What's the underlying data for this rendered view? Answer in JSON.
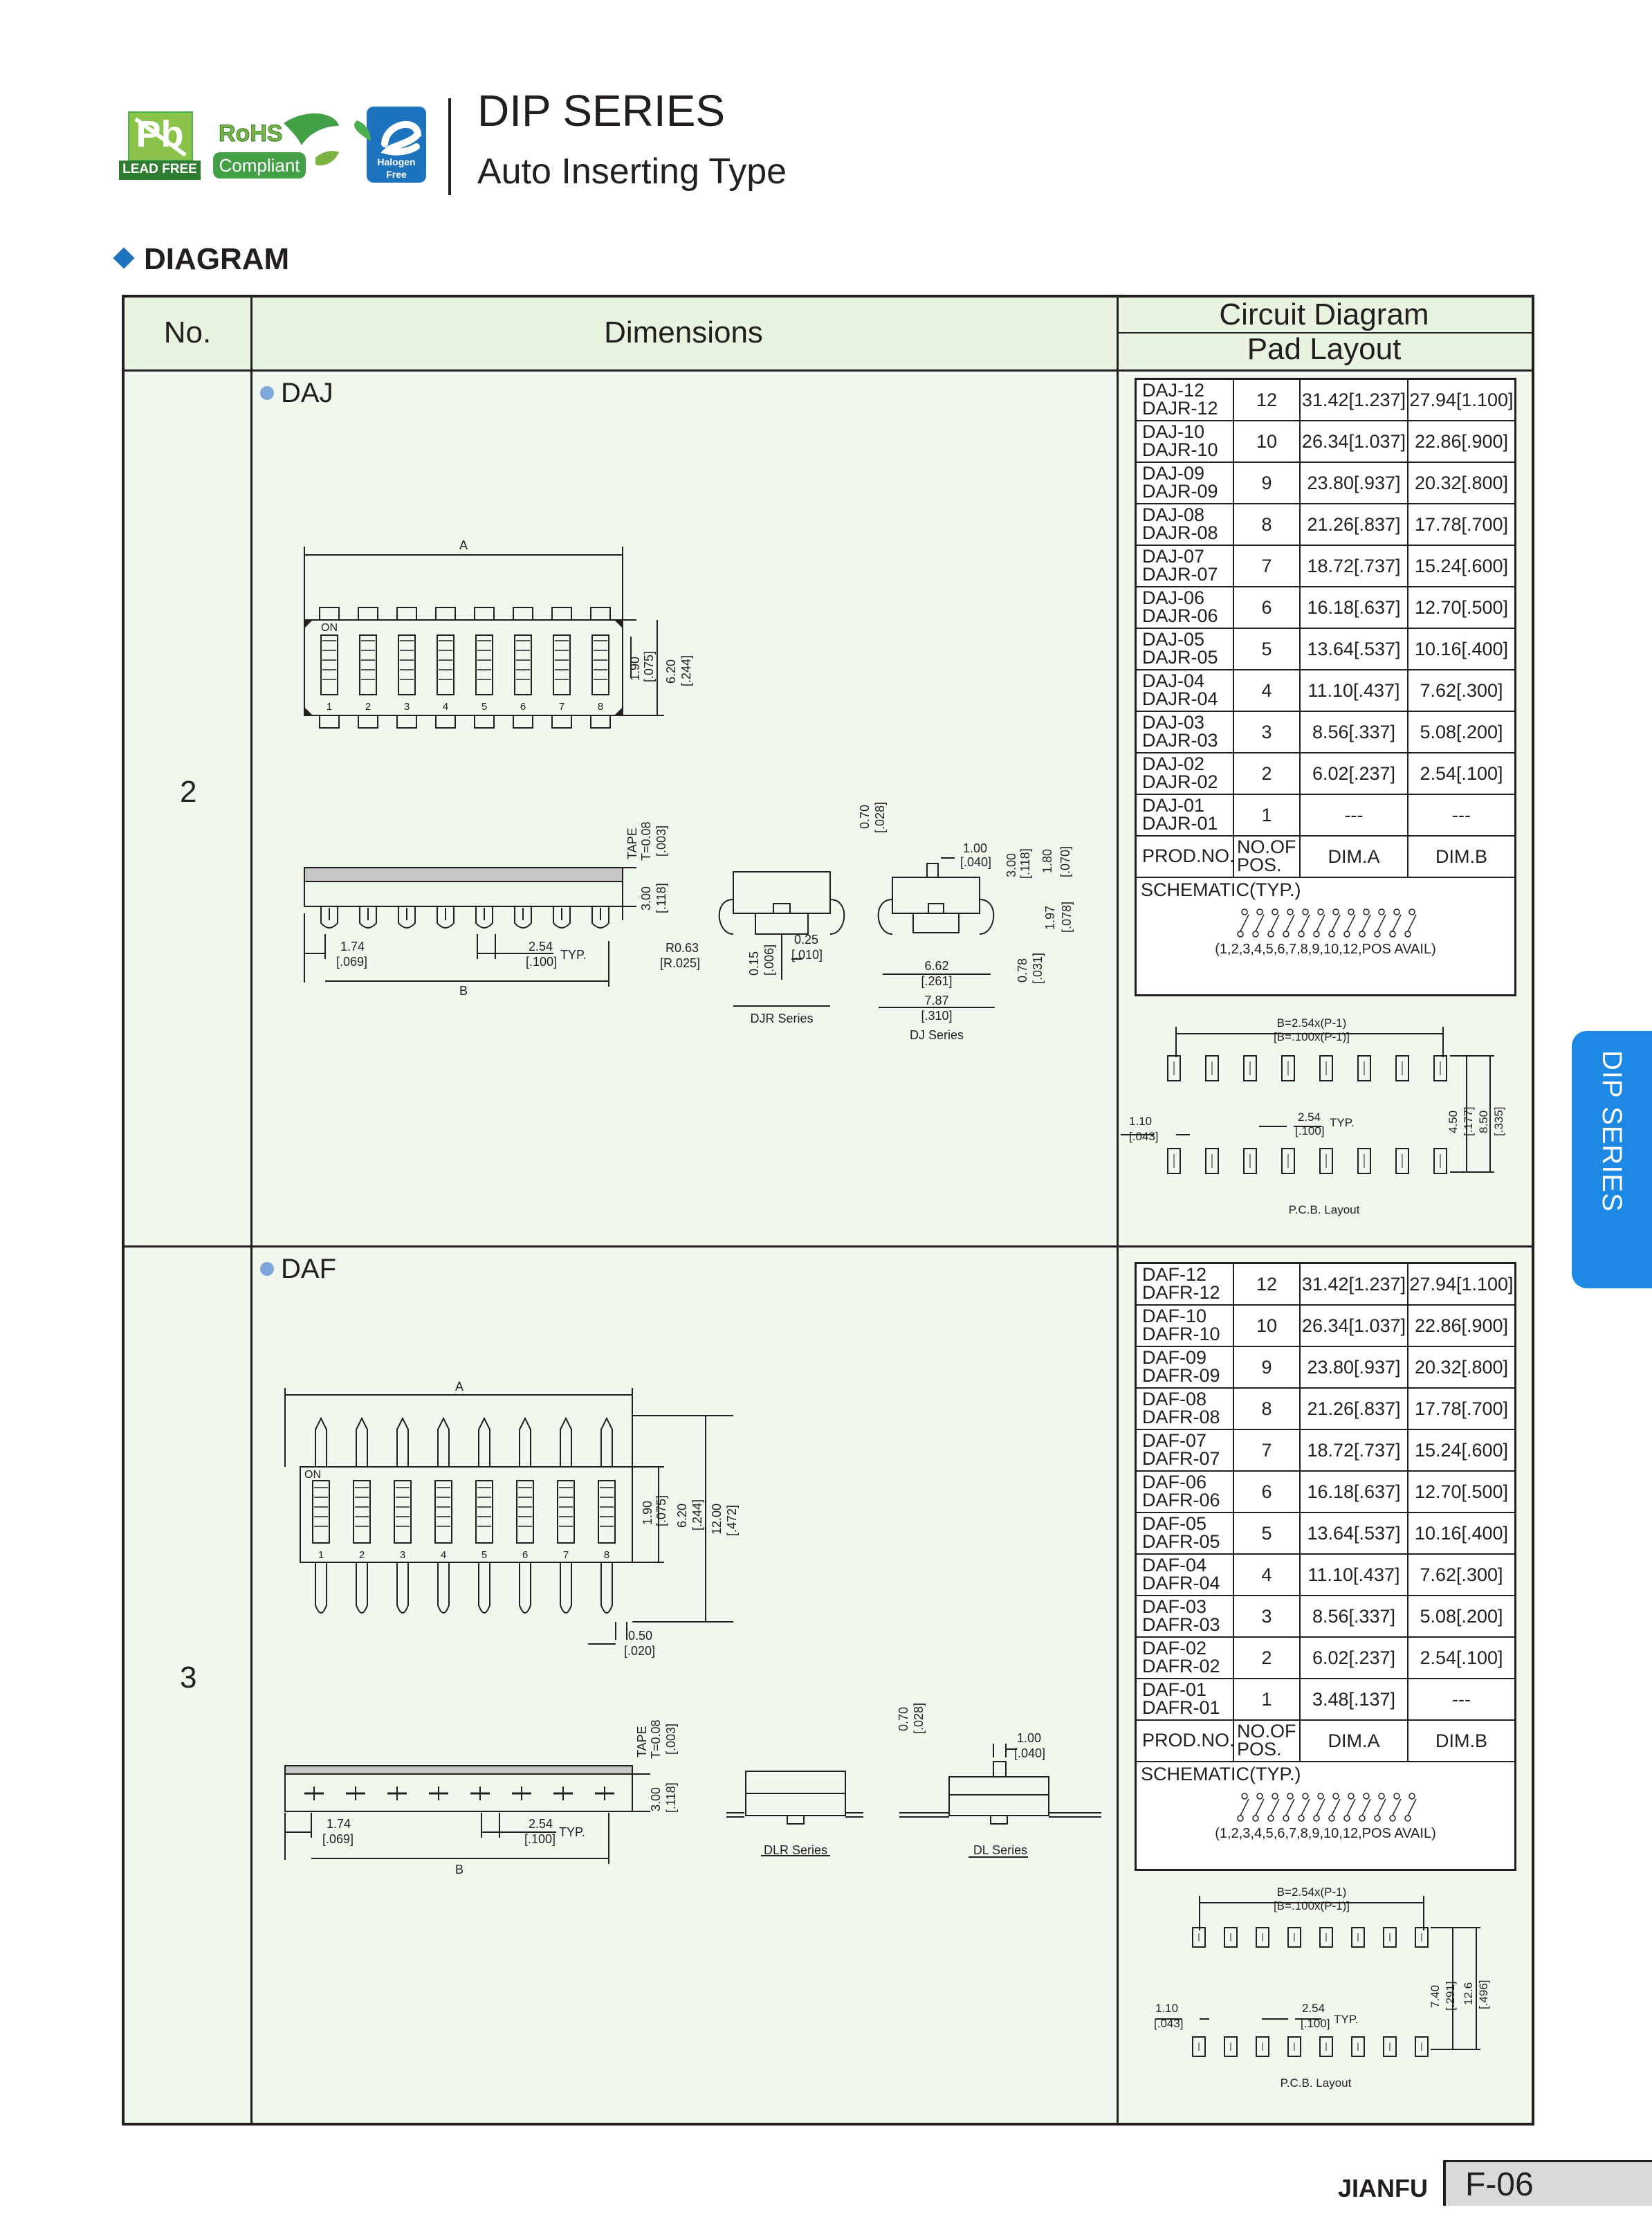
{
  "header": {
    "logo_lead_free": "LEAD FREE",
    "logo_rohs": "RoHS",
    "logo_compliant": "Compliant",
    "logo_halogen": "Halogen",
    "logo_free": "Free",
    "title": "DIP SERIES",
    "subtitle": "Auto Inserting Type"
  },
  "section": {
    "title": "DIAGRAM"
  },
  "table_head": {
    "no": "No.",
    "dimensions": "Dimensions",
    "circuit": "Circuit Diagram",
    "pad": "Pad Layout"
  },
  "rows": [
    {
      "no": "2",
      "series": "DAJ",
      "spec": [
        {
          "p1": "DAJ-12",
          "p2": "DAJR-12",
          "pos": "12",
          "a": "31.42[1.237]",
          "b": "27.94[1.100]"
        },
        {
          "p1": "DAJ-10",
          "p2": "DAJR-10",
          "pos": "10",
          "a": "26.34[1.037]",
          "b": "22.86[.900]"
        },
        {
          "p1": "DAJ-09",
          "p2": "DAJR-09",
          "pos": "9",
          "a": "23.80[.937]",
          "b": "20.32[.800]"
        },
        {
          "p1": "DAJ-08",
          "p2": "DAJR-08",
          "pos": "8",
          "a": "21.26[.837]",
          "b": "17.78[.700]"
        },
        {
          "p1": "DAJ-07",
          "p2": "DAJR-07",
          "pos": "7",
          "a": "18.72[.737]",
          "b": "15.24[.600]"
        },
        {
          "p1": "DAJ-06",
          "p2": "DAJR-06",
          "pos": "6",
          "a": "16.18[.637]",
          "b": "12.70[.500]"
        },
        {
          "p1": "DAJ-05",
          "p2": "DAJR-05",
          "pos": "5",
          "a": "13.64[.537]",
          "b": "10.16[.400]"
        },
        {
          "p1": "DAJ-04",
          "p2": "DAJR-04",
          "pos": "4",
          "a": "11.10[.437]",
          "b": "7.62[.300]"
        },
        {
          "p1": "DAJ-03",
          "p2": "DAJR-03",
          "pos": "3",
          "a": "8.56[.337]",
          "b": "5.08[.200]"
        },
        {
          "p1": "DAJ-02",
          "p2": "DAJR-02",
          "pos": "2",
          "a": "6.02[.237]",
          "b": "2.54[.100]"
        },
        {
          "p1": "DAJ-01",
          "p2": "DAJR-01",
          "pos": "1",
          "a": "---",
          "b": "---"
        }
      ],
      "spec_head": {
        "prod": "PROD.NO.",
        "pos1": "NO.OF",
        "pos2": "POS.",
        "a": "DIM.A",
        "b": "DIM.B"
      },
      "schematic": "SCHEMATIC(TYP.)",
      "schematic_note": "(1,2,3,4,5,6,7,8,9,10,12,POS AVAIL)",
      "pcb": {
        "b_formula": "B=2.54x(P-1)",
        "b_formula_in": "[B=.100x(P-1)]",
        "d110": "1.10",
        "d110in": "[.043]",
        "d254": "2.54",
        "d254in": "[.100]",
        "typ": "TYP.",
        "d1": "4.50",
        "d1in": "[.177]",
        "d2": "8.50",
        "d2in": "[.335]",
        "caption": "P.C.B. Layout"
      },
      "drawing": {
        "a": "A",
        "b": "B",
        "on": "ON",
        "d190": "1.90",
        "d190in": "[.075]",
        "d620": "6.20",
        "d620in": "[.244]",
        "tape": "TAPE",
        "tape_t": "T=0.08",
        "tape_in": "[.003]",
        "d300": "3.00",
        "d300in": "[.118]",
        "d174": "1.74",
        "d174in": "[.069]",
        "d254": "2.54",
        "d254in": "[.100]",
        "typ": "TYP.",
        "r063": "R0.63",
        "r063in": "[R.025]",
        "d015": "0.15",
        "d015in": "[.006]",
        "d025": "0.25",
        "d025in": "[.010]",
        "d070": "0.70",
        "d070in": "[.028]",
        "d100": "1.00",
        "d100in": "[.040]",
        "d300b": "3.00",
        "d300bin": "[.118]",
        "d180": "1.80",
        "d180in": "[.070]",
        "d662": "6.62",
        "d662in": "[.261]",
        "d787": "7.87",
        "d787in": "[.310]",
        "d197": "1.97",
        "d197in": "[.078]",
        "d078": "0.78",
        "d078in": "[.031]",
        "cap1": "DJR Series",
        "cap2": "DJ Series"
      }
    },
    {
      "no": "3",
      "series": "DAF",
      "spec": [
        {
          "p1": "DAF-12",
          "p2": "DAFR-12",
          "pos": "12",
          "a": "31.42[1.237]",
          "b": "27.94[1.100]"
        },
        {
          "p1": "DAF-10",
          "p2": "DAFR-10",
          "pos": "10",
          "a": "26.34[1.037]",
          "b": "22.86[.900]"
        },
        {
          "p1": "DAF-09",
          "p2": "DAFR-09",
          "pos": "9",
          "a": "23.80[.937]",
          "b": "20.32[.800]"
        },
        {
          "p1": "DAF-08",
          "p2": "DAFR-08",
          "pos": "8",
          "a": "21.26[.837]",
          "b": "17.78[.700]"
        },
        {
          "p1": "DAF-07",
          "p2": "DAFR-07",
          "pos": "7",
          "a": "18.72[.737]",
          "b": "15.24[.600]"
        },
        {
          "p1": "DAF-06",
          "p2": "DAFR-06",
          "pos": "6",
          "a": "16.18[.637]",
          "b": "12.70[.500]"
        },
        {
          "p1": "DAF-05",
          "p2": "DAFR-05",
          "pos": "5",
          "a": "13.64[.537]",
          "b": "10.16[.400]"
        },
        {
          "p1": "DAF-04",
          "p2": "DAFR-04",
          "pos": "4",
          "a": "11.10[.437]",
          "b": "7.62[.300]"
        },
        {
          "p1": "DAF-03",
          "p2": "DAFR-03",
          "pos": "3",
          "a": "8.56[.337]",
          "b": "5.08[.200]"
        },
        {
          "p1": "DAF-02",
          "p2": "DAFR-02",
          "pos": "2",
          "a": "6.02[.237]",
          "b": "2.54[.100]"
        },
        {
          "p1": "DAF-01",
          "p2": "DAFR-01",
          "pos": "1",
          "a": "3.48[.137]",
          "b": "---"
        }
      ],
      "spec_head": {
        "prod": "PROD.NO.",
        "pos1": "NO.OF",
        "pos2": "POS.",
        "a": "DIM.A",
        "b": "DIM.B"
      },
      "schematic": "SCHEMATIC(TYP.)",
      "schematic_note": "(1,2,3,4,5,6,7,8,9,10,12,POS AVAIL)",
      "pcb": {
        "b_formula": "B=2.54x(P-1)",
        "b_formula_in": "[B=.100x(P-1)]",
        "d110": "1.10",
        "d110in": "[.043]",
        "d254": "2.54",
        "d254in": "[.100]",
        "typ": "TYP.",
        "d1": "7.40",
        "d1in": "[.291]",
        "d2": "12.6",
        "d2in": "[.496]",
        "caption": "P.C.B. Layout"
      },
      "drawing": {
        "a": "A",
        "b": "B",
        "on": "ON",
        "d190": "1.90",
        "d190in": "[.075]",
        "d620": "6.20",
        "d620in": "[.244]",
        "d1200": "12.00",
        "d1200in": "[.472]",
        "d050": "0.50",
        "d050in": "[.020]",
        "tape": "TAPE",
        "tape_t": "T=0.08",
        "tape_in": "[.003]",
        "d300": "3.00",
        "d300in": "[.118]",
        "d174": "1.74",
        "d174in": "[.069]",
        "d254": "2.54",
        "d254in": "[.100]",
        "typ": "TYP.",
        "d070": "0.70",
        "d070in": "[.028]",
        "d100": "1.00",
        "d100in": "[.040]",
        "cap1": "DLR Series",
        "cap2": "DL Series"
      }
    }
  ],
  "side_tab": "DIP SERIES",
  "footer": {
    "brand": "JIANFU",
    "page": "F-06"
  },
  "colors": {
    "accent": "#1e73be",
    "tab": "#1e88e5",
    "table_bg": "#f0f7ec",
    "head_bg": "#e8f3e0"
  }
}
